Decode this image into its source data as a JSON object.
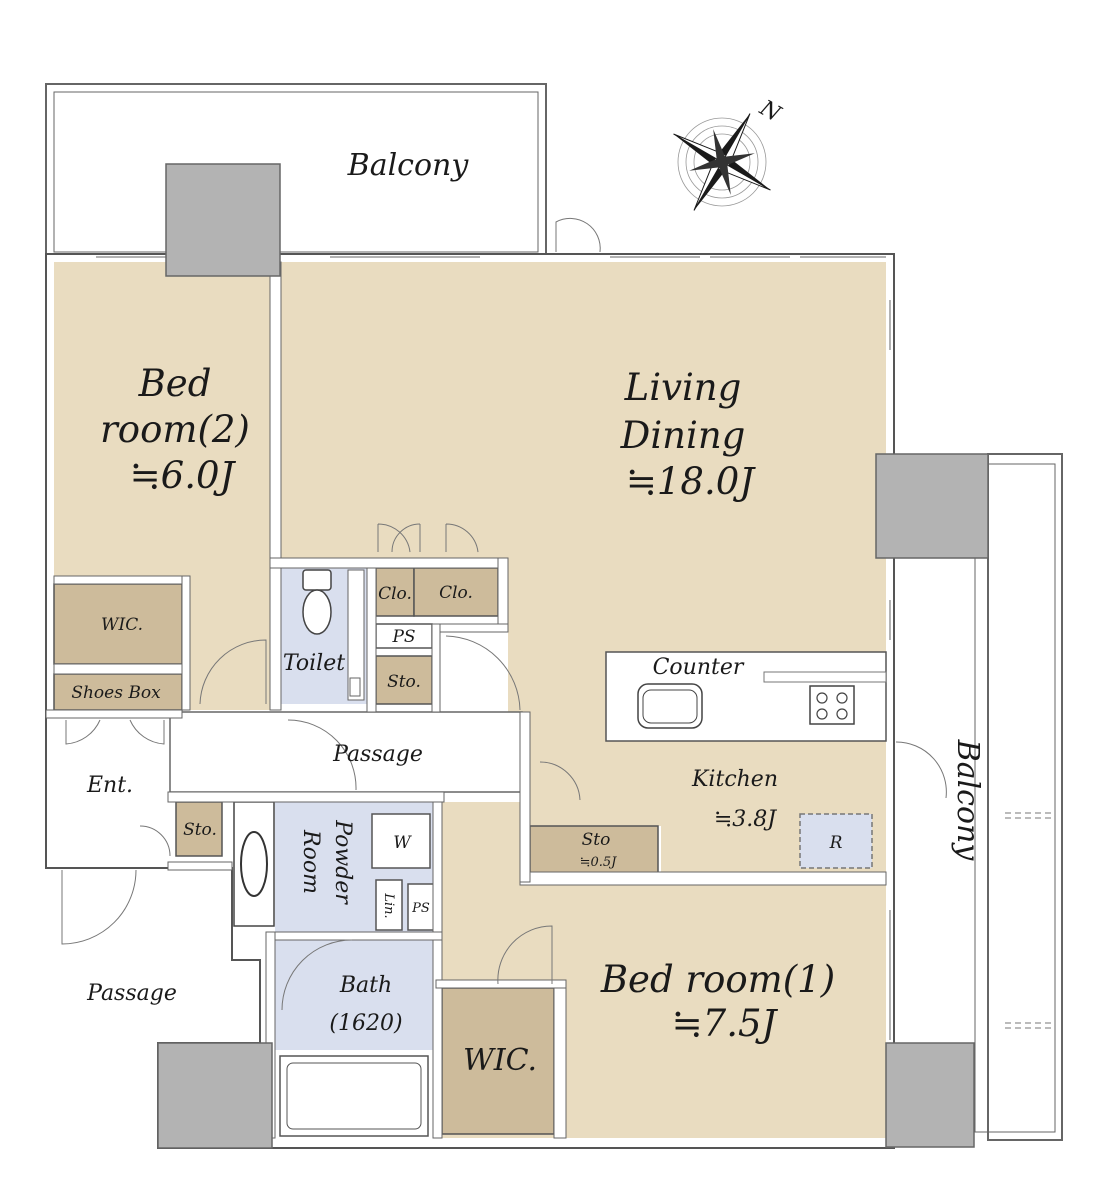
{
  "rooms": {
    "balcony_top": "Balcony",
    "balcony_right": "Balcony",
    "bedroom2_line1": "Bed",
    "bedroom2_line2": "room(2)",
    "bedroom2_area": "≒6.0J",
    "living_line1": "Living",
    "living_line2": "Dining",
    "living_area": "≒18.0J",
    "wic_top": "WIC.",
    "shoes_box": "Shoes Box",
    "toilet": "Toilet",
    "clo_1": "Clo.",
    "clo_2": "Clo.",
    "ps_1": "PS",
    "sto_1": "Sto.",
    "counter": "Counter",
    "passage_inner": "Passage",
    "entrance": "Ent.",
    "sto_2": "Sto.",
    "powder_line1": "Powder",
    "powder_line2": "Room",
    "washer": "W",
    "linen": "Lin.",
    "ps_2": "PS",
    "kitchen": "Kitchen",
    "kitchen_area": "≒3.8J",
    "sto_3": "Sto",
    "sto_3_area": "≒0.5J",
    "fridge": "R",
    "passage_outer": "Passage",
    "bath_line1": "Bath",
    "bath_line2": "(1620)",
    "wic_bottom": "WIC.",
    "bedroom1": "Bed room(1)",
    "bedroom1_area": "≒7.5J"
  },
  "compass": {
    "north_label": "N"
  },
  "colors": {
    "room_fill": "#e9dcc0",
    "storage_fill": "#cdbb9b",
    "wet_area_fill": "#d9dfee",
    "column_fill": "#b3b3b3"
  }
}
